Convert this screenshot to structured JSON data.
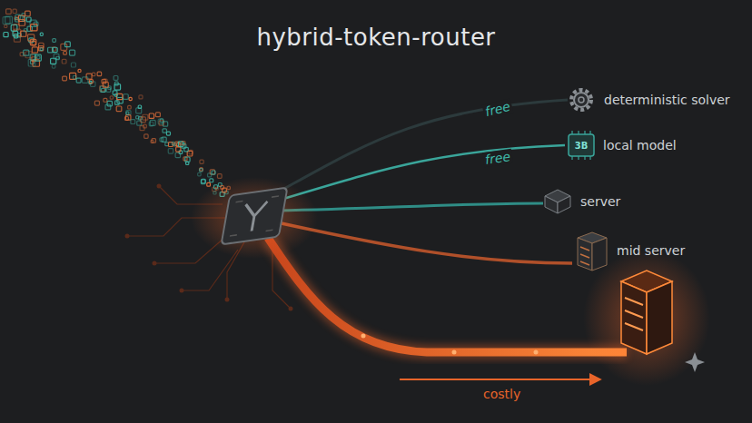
{
  "diagram": {
    "title": "hybrid-token-router",
    "nodes": [
      {
        "text": [
          "deterministic solver"
        ]
      },
      {
        "text": [
          "3B",
          "local model"
        ]
      },
      {
        "text": [
          "server"
        ]
      },
      {
        "text": [
          "mid server"
        ]
      }
    ],
    "labels": [
      "free",
      "free",
      "costly"
    ]
  }
}
